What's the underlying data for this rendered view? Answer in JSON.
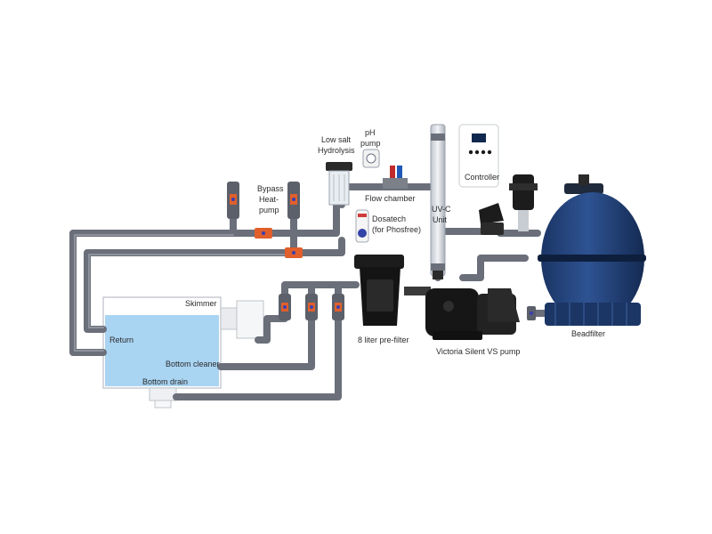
{
  "labels": {
    "bypass": "Bypass",
    "heatpump": "Heat-",
    "heatpump2": "pump",
    "lowsalt": "Low salt",
    "hydrolysis": "Hydrolysis",
    "ph": "pH",
    "ph_pump": "pump",
    "flow_chamber": "Flow chamber",
    "dosatech": "Dosatech",
    "phosfree": "(for Phosfree)",
    "uvc": "UV-C",
    "unit": "Unit",
    "controller": "Controller",
    "skimmer": "Skimmer",
    "return": "Return",
    "bottom_cleaner": "Bottom cleaner",
    "bottom_drain": "Bottom drain",
    "prefilter": "8 liter pre-filter",
    "pump": "Victoria Silent VS pump",
    "beadfilter": "Beadfilter"
  },
  "colors": {
    "pipe": "#6a6f7a",
    "water": "#a9d4f2",
    "valve": "#e05f2b",
    "filter_tank": "#1f3f72",
    "equipment": "#1c1c1c"
  }
}
